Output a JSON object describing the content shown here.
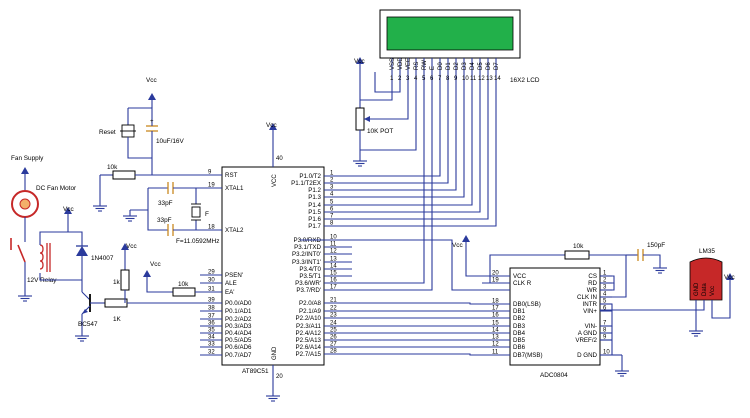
{
  "lcd": {
    "name": "16X2 LCD",
    "screen_color": "#22b04a",
    "pins": [
      {
        "num": "1",
        "name": "VSS"
      },
      {
        "num": "2",
        "name": "VDD"
      },
      {
        "num": "3",
        "name": "VEE"
      },
      {
        "num": "4",
        "name": "RS"
      },
      {
        "num": "5",
        "name": "RW"
      },
      {
        "num": "6",
        "name": "E"
      },
      {
        "num": "7",
        "name": "D0"
      },
      {
        "num": "8",
        "name": "D1"
      },
      {
        "num": "9",
        "name": "D2"
      },
      {
        "num": "10",
        "name": "D3"
      },
      {
        "num": "11",
        "name": "D4"
      },
      {
        "num": "12",
        "name": "D5"
      },
      {
        "num": "13",
        "name": "D6"
      },
      {
        "num": "14",
        "name": "D7"
      }
    ]
  },
  "pot": {
    "label": "10K POT"
  },
  "vcc": "Vcc",
  "mcu": {
    "name": "AT89C51",
    "vcc": {
      "label": "VCC",
      "pin": "40"
    },
    "gnd": {
      "label": "GND",
      "pin": "20"
    },
    "left_pins": [
      {
        "num": "9",
        "name": "RST"
      },
      {
        "num": "19",
        "name": "XTAL1"
      },
      {
        "num": "18",
        "name": "XTAL2"
      },
      {
        "num": "29",
        "name": "PSEN'"
      },
      {
        "num": "30",
        "name": "ALE"
      },
      {
        "num": "31",
        "name": "EA'"
      },
      {
        "num": "39",
        "name": "P0.0/AD0"
      },
      {
        "num": "38",
        "name": "P0.1/AD1"
      },
      {
        "num": "37",
        "name": "P0.2/AD2"
      },
      {
        "num": "36",
        "name": "P0.3/AD3"
      },
      {
        "num": "35",
        "name": "P0.4/AD4"
      },
      {
        "num": "34",
        "name": "P0.5/AD5"
      },
      {
        "num": "33",
        "name": "P0.6/AD6"
      },
      {
        "num": "32",
        "name": "P0.7/AD7"
      }
    ],
    "right_pins": [
      {
        "num": "1",
        "name": "P1.0/T2"
      },
      {
        "num": "2",
        "name": "P1.1/T2EX"
      },
      {
        "num": "3",
        "name": "P1.2"
      },
      {
        "num": "4",
        "name": "P1.3"
      },
      {
        "num": "5",
        "name": "P1.4"
      },
      {
        "num": "6",
        "name": "P1.5"
      },
      {
        "num": "7",
        "name": "P1.6"
      },
      {
        "num": "8",
        "name": "P1.7"
      },
      {
        "num": "10",
        "name": "P3.0/RXD"
      },
      {
        "num": "11",
        "name": "P3.1/TXD"
      },
      {
        "num": "12",
        "name": "P3.2/INT0'"
      },
      {
        "num": "13",
        "name": "P3.3/INT1'"
      },
      {
        "num": "14",
        "name": "P3.4/T0"
      },
      {
        "num": "15",
        "name": "P3.5/T1"
      },
      {
        "num": "16",
        "name": "P3.6/WR'"
      },
      {
        "num": "17",
        "name": "P3.7/RD'"
      },
      {
        "num": "21",
        "name": "P2.0/A8"
      },
      {
        "num": "22",
        "name": "P2.1/A9"
      },
      {
        "num": "23",
        "name": "P2.2/A10"
      },
      {
        "num": "24",
        "name": "P2.3/A11"
      },
      {
        "num": "25",
        "name": "P2.4/A12"
      },
      {
        "num": "26",
        "name": "P2.5/A13"
      },
      {
        "num": "27",
        "name": "P2.6/A14"
      },
      {
        "num": "28",
        "name": "P2.7/A15"
      }
    ]
  },
  "adc": {
    "name": "ADC0804",
    "left_pins": [
      {
        "num": "20",
        "name": "VCC"
      },
      {
        "num": "19",
        "name": "CLK R"
      },
      {
        "num": "18",
        "name": "DB0(LSB)"
      },
      {
        "num": "17",
        "name": "DB1"
      },
      {
        "num": "16",
        "name": "DB2"
      },
      {
        "num": "15",
        "name": "DB3"
      },
      {
        "num": "14",
        "name": "DB4"
      },
      {
        "num": "13",
        "name": "DB5"
      },
      {
        "num": "12",
        "name": "DB6"
      },
      {
        "num": "11",
        "name": "DB7(MSB)"
      }
    ],
    "right_pins": [
      {
        "num": "1",
        "name": "CS"
      },
      {
        "num": "2",
        "name": "RD"
      },
      {
        "num": "3",
        "name": "WR"
      },
      {
        "num": "4",
        "name": "CLK IN"
      },
      {
        "num": "5",
        "name": "INTR"
      },
      {
        "num": "6",
        "name": "VIN+"
      },
      {
        "num": "7",
        "name": "VIN-"
      },
      {
        "num": "8",
        "name": "A GND"
      },
      {
        "num": "9",
        "name": "VREF/2"
      },
      {
        "num": "10",
        "name": "D GND"
      }
    ]
  },
  "sensor": {
    "name": "LM35",
    "pins": [
      "GND",
      "Data",
      "Vcc"
    ]
  },
  "labels": {
    "reset": "Reset",
    "cap_reset": "10uF/16V",
    "r_rst": "10k",
    "cap_x1": "33pF",
    "cap_x2": "33pF",
    "xtal_f": "F",
    "xtal_freq": "F=11.0592MHz",
    "r_ea": "10k",
    "r_relay": "1k",
    "r_base": "1K",
    "fan_supply": "Fan Supply",
    "fan_motor": "DC Fan Motor",
    "relay": "12V Relay",
    "diode": "1N4007",
    "transistor": "BC547",
    "r_adc": "10k",
    "cap_adc": "150pF"
  },
  "colors": {
    "wire": "#2a3a9c",
    "capacitor": "#c9891f",
    "lcd_screen": "#22b04a"
  }
}
